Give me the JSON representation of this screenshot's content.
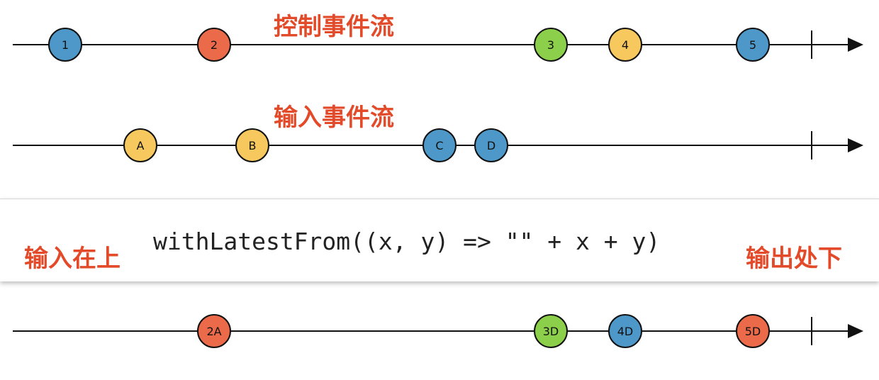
{
  "control_stream": {
    "title": "控制事件流",
    "marbles": [
      {
        "label": "1",
        "color": "blue"
      },
      {
        "label": "2",
        "color": "red"
      },
      {
        "label": "3",
        "color": "green"
      },
      {
        "label": "4",
        "color": "yellow"
      },
      {
        "label": "5",
        "color": "blue"
      }
    ]
  },
  "input_stream": {
    "title": "输入事件流",
    "marbles": [
      {
        "label": "A",
        "color": "yellow"
      },
      {
        "label": "B",
        "color": "yellow"
      },
      {
        "label": "C",
        "color": "blue"
      },
      {
        "label": "D",
        "color": "blue"
      }
    ]
  },
  "operator": {
    "code": "withLatestFrom((x, y) => \"\" + x + y)",
    "left_note": "输入在上",
    "right_note": "输出处下"
  },
  "output_stream": {
    "marbles": [
      {
        "label": "2A",
        "color": "red"
      },
      {
        "label": "3D",
        "color": "green"
      },
      {
        "label": "4D",
        "color": "blue"
      },
      {
        "label": "5D",
        "color": "red"
      }
    ]
  },
  "colors": {
    "blue": "#4d98c9",
    "red": "#eb6a4a",
    "green": "#8ccf4a",
    "yellow": "#f6c85d",
    "accent_text": "#e24a2a"
  }
}
